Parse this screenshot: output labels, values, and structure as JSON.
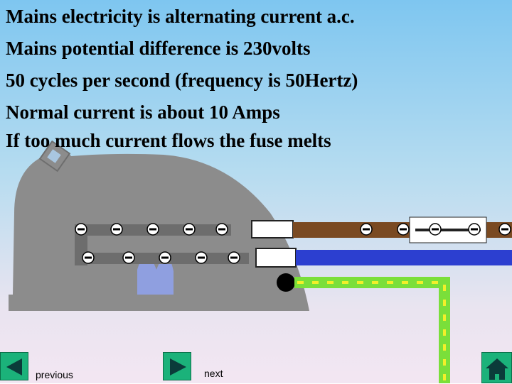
{
  "slide": {
    "lines": [
      "Mains electricity is alternating current a.c.",
      "Mains potential difference is 230volts",
      "50 cycles per second (frequency is 50Hertz)",
      "Normal current is about 10 Amps",
      "If too much current flows the fuse melts"
    ]
  },
  "navigation": {
    "previous_label": "previous",
    "next_label": "next"
  },
  "colors": {
    "kettle": "#8c8c8c",
    "live_wire": "#7a4a22",
    "neutral_wire": "#2c3fd0",
    "earth_wire": "#7adf3a",
    "earth_stripe": "#f2ef2a",
    "button": "#1bb27a"
  },
  "icons": [
    "electron-icon",
    "earth-pin-icon",
    "left-arrow-icon",
    "right-arrow-icon",
    "home-icon"
  ]
}
